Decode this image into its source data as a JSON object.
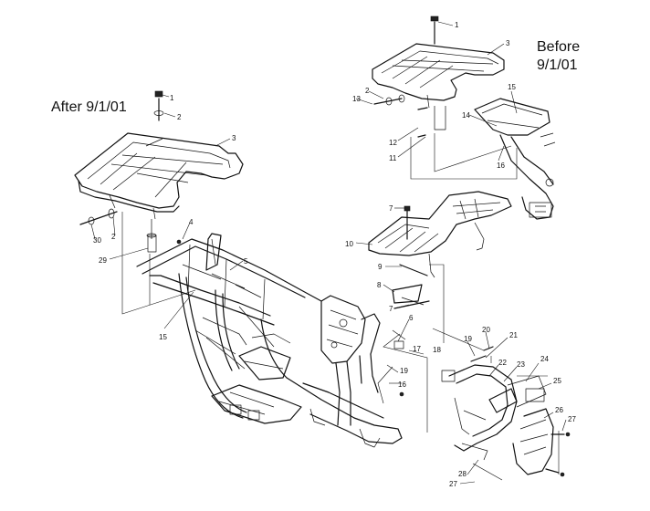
{
  "captions": {
    "after": "After 9/1/01",
    "before_line1": "Before",
    "before_line2": "9/1/01"
  },
  "callouts": [
    {
      "id": "c-after-1",
      "text": "1"
    },
    {
      "id": "c-after-2",
      "text": "2"
    },
    {
      "id": "c-after-3",
      "text": "3"
    },
    {
      "id": "c-after-4",
      "text": "4"
    },
    {
      "id": "c-after-5",
      "text": "5"
    },
    {
      "id": "c-after-30",
      "text": "30"
    },
    {
      "id": "c-after-2b",
      "text": "2"
    },
    {
      "id": "c-after-29",
      "text": "29"
    },
    {
      "id": "c-after-15",
      "text": "15"
    },
    {
      "id": "c-before-1",
      "text": "1"
    },
    {
      "id": "c-before-3",
      "text": "3"
    },
    {
      "id": "c-before-2",
      "text": "2"
    },
    {
      "id": "c-before-13",
      "text": "13"
    },
    {
      "id": "c-before-15",
      "text": "15"
    },
    {
      "id": "c-before-14",
      "text": "14"
    },
    {
      "id": "c-before-12",
      "text": "12"
    },
    {
      "id": "c-before-11",
      "text": "11"
    },
    {
      "id": "c-before-16",
      "text": "16"
    },
    {
      "id": "c-mid-7",
      "text": "7"
    },
    {
      "id": "c-mid-10",
      "text": "10"
    },
    {
      "id": "c-mid-9",
      "text": "9"
    },
    {
      "id": "c-mid-8",
      "text": "8"
    },
    {
      "id": "c-mid-7b",
      "text": "7"
    },
    {
      "id": "c-mid-6",
      "text": "6"
    },
    {
      "id": "c-mid-17",
      "text": "17"
    },
    {
      "id": "c-mid-18",
      "text": "18"
    },
    {
      "id": "c-mid-19",
      "text": "19"
    },
    {
      "id": "c-mid-16",
      "text": "16"
    },
    {
      "id": "c-bl-20",
      "text": "20"
    },
    {
      "id": "c-bl-21",
      "text": "21"
    },
    {
      "id": "c-bl-19",
      "text": "19"
    },
    {
      "id": "c-bl-22",
      "text": "22"
    },
    {
      "id": "c-bl-23",
      "text": "23"
    },
    {
      "id": "c-bl-24",
      "text": "24"
    },
    {
      "id": "c-bl-25",
      "text": "25"
    },
    {
      "id": "c-bl-26",
      "text": "26"
    },
    {
      "id": "c-bl-27",
      "text": "27"
    },
    {
      "id": "c-bl-28",
      "text": "28"
    },
    {
      "id": "c-bl-27b",
      "text": "27"
    }
  ]
}
